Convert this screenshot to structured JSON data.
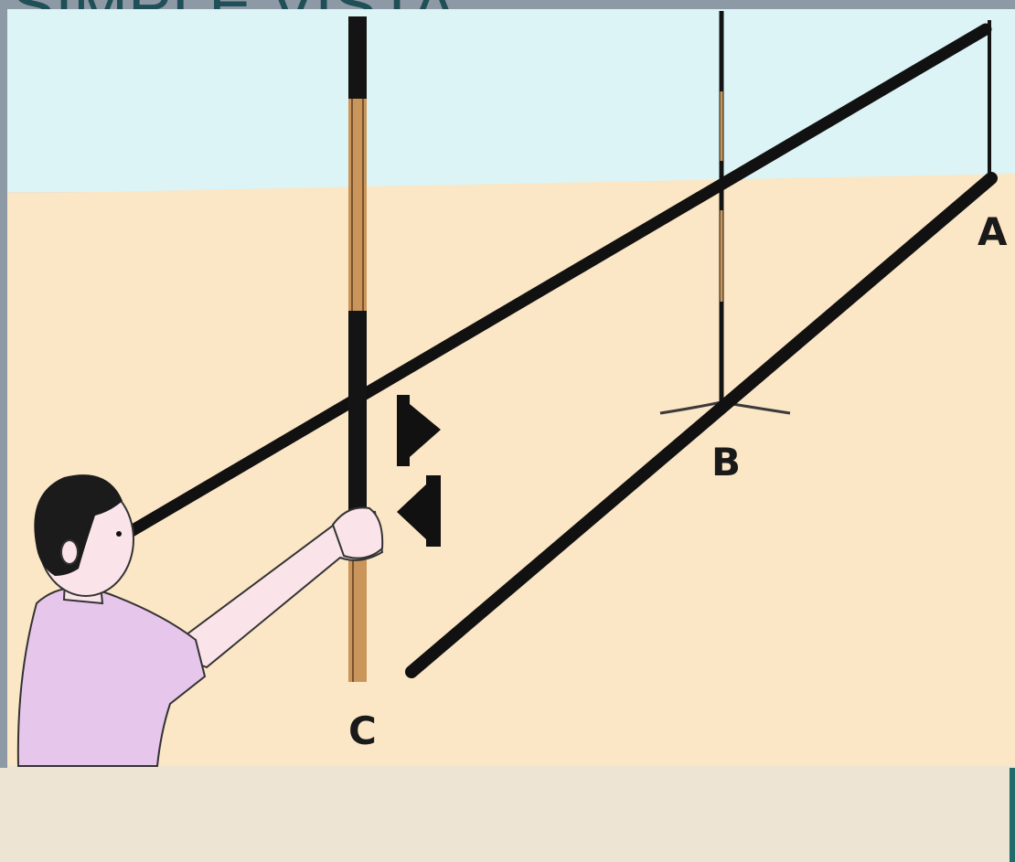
{
  "slide": {
    "title_fragment": "SIMPLE VISTA"
  },
  "diagram": {
    "labels": {
      "a": "A",
      "b": "B",
      "c": "C"
    },
    "colors": {
      "sky": "#dcf4f6",
      "ground": "#fbe6c5",
      "ranging_rod_tan": "#c9955a",
      "ranging_rod_black": "#141414",
      "sight_line": "#111111",
      "shirt": "#e7c6ec",
      "skin": "#fbe3ea",
      "hair": "#1b1b1b",
      "slide_frame": "#8e99a6",
      "slide_bottom": "#ede4d3",
      "accent_bar": "#1f6c6b"
    },
    "icons": [
      "person-with-rod",
      "move-right-arrow-icon",
      "move-left-arrow-icon"
    ]
  }
}
